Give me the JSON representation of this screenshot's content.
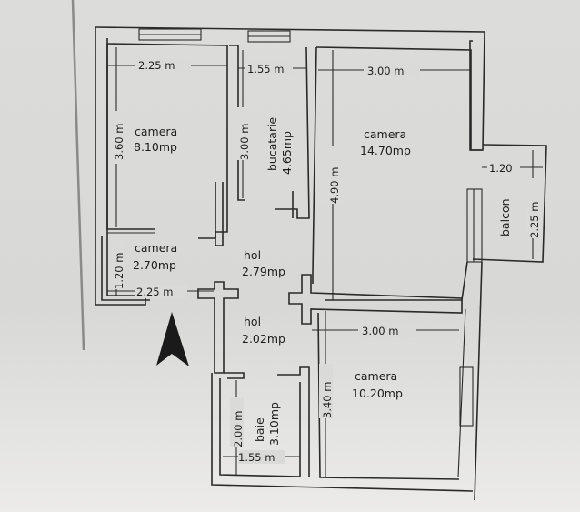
{
  "plan": {
    "type": "apartment floor plan",
    "rooms": [
      {
        "id": "camera1",
        "name": "camera",
        "area": "8.10mp",
        "width": "2.25 m",
        "height": "3.60 m"
      },
      {
        "id": "bucatarie",
        "name": "bucatarie",
        "area": "4.65mp",
        "width": "1.55 m",
        "height": "3.00 m"
      },
      {
        "id": "camera2",
        "name": "camera",
        "area": "14.70mp",
        "width": "3.00 m",
        "height": "4.90 m"
      },
      {
        "id": "balcon",
        "name": "balcon",
        "width": "1.20",
        "height": "2.25 m"
      },
      {
        "id": "camera3",
        "name": "camera",
        "area": "2.70mp",
        "width": "2.25 m",
        "height": "1.20 m"
      },
      {
        "id": "hol1",
        "name": "hol",
        "area": "2.79mp"
      },
      {
        "id": "hol2",
        "name": "hol",
        "area": "2.02mp"
      },
      {
        "id": "camera4",
        "name": "camera",
        "area": "10.20mp",
        "width": "3.00 m",
        "height": "3.40 m"
      },
      {
        "id": "baie",
        "name": "baie",
        "area": "3.10mp",
        "width": "1.55 m",
        "height": "2.00 m"
      }
    ],
    "north_arrow": "north-arrow-icon"
  }
}
